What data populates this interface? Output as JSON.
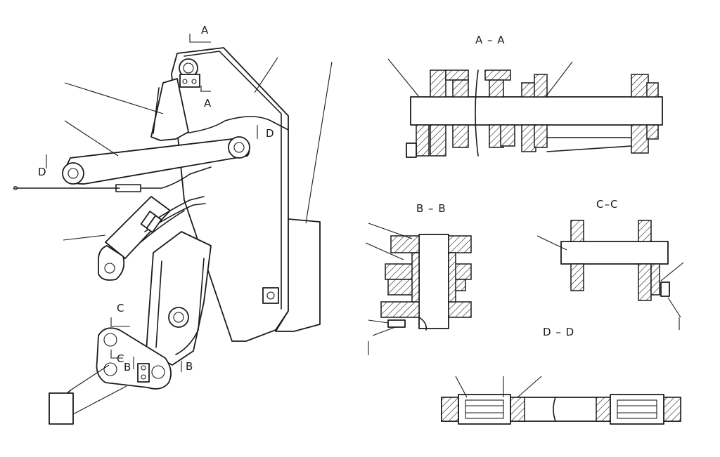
{
  "section_titles": {
    "aa": "A – A",
    "bb": "B – B",
    "cc": "C–C",
    "dd": "D – D"
  },
  "cut_labels": {
    "a_top": "A",
    "a_bottom": "A",
    "b_left": "B",
    "b_right": "B",
    "c_top": "C",
    "c_bottom": "C",
    "d_left": "D",
    "d_right": "D"
  }
}
